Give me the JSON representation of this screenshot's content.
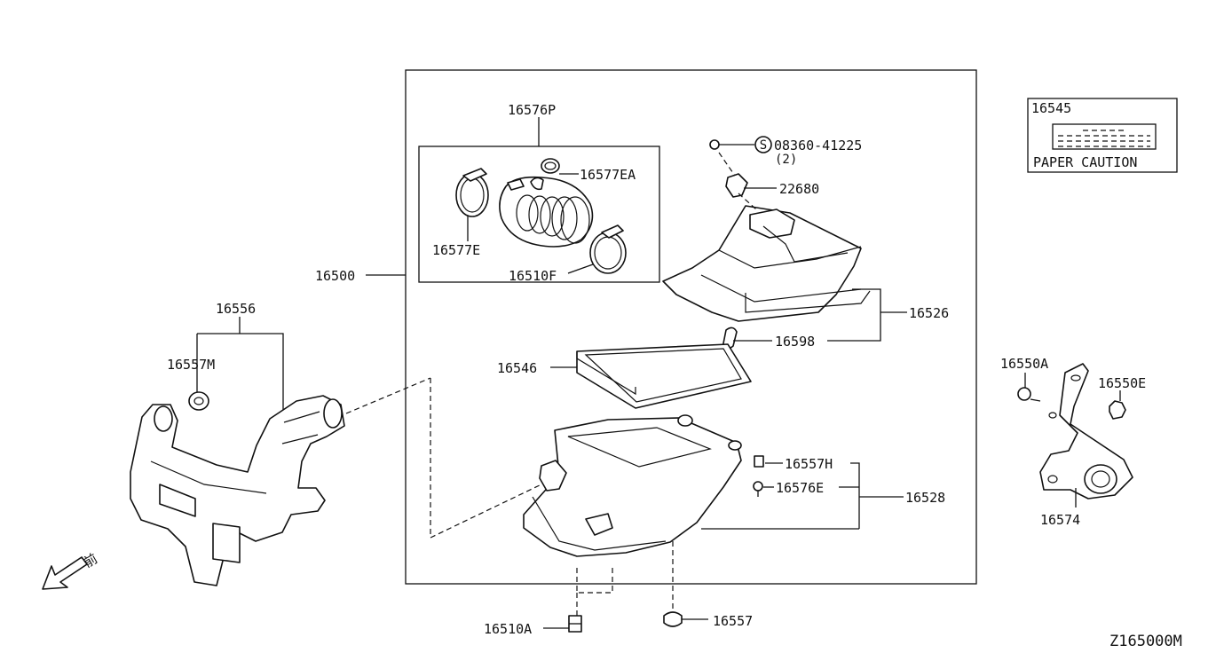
{
  "labels": {
    "p16576P": "16576P",
    "p16577EA": "16577EA",
    "p16577E": "16577E",
    "p16510F": "16510F",
    "p16500": "16500",
    "p08360": "08360-41225",
    "p08360_qty": "(2)",
    "p22680": "22680",
    "p16526": "16526",
    "p16598": "16598",
    "p16546": "16546",
    "p16556": "16556",
    "p16557M": "16557M",
    "p16557H": "16557H",
    "p16576E": "16576E",
    "p16528": "16528",
    "p16510A": "16510A",
    "p16557": "16557",
    "p16545": "16545",
    "p16550A": "16550A",
    "p16550E": "16550E",
    "p16574": "16574",
    "diagram_code": "Z165000M"
  },
  "caution_label": {
    "part": "16545",
    "text": "PAPER CAUTION"
  },
  "front_marker": "前",
  "bolt_symbol": "S"
}
